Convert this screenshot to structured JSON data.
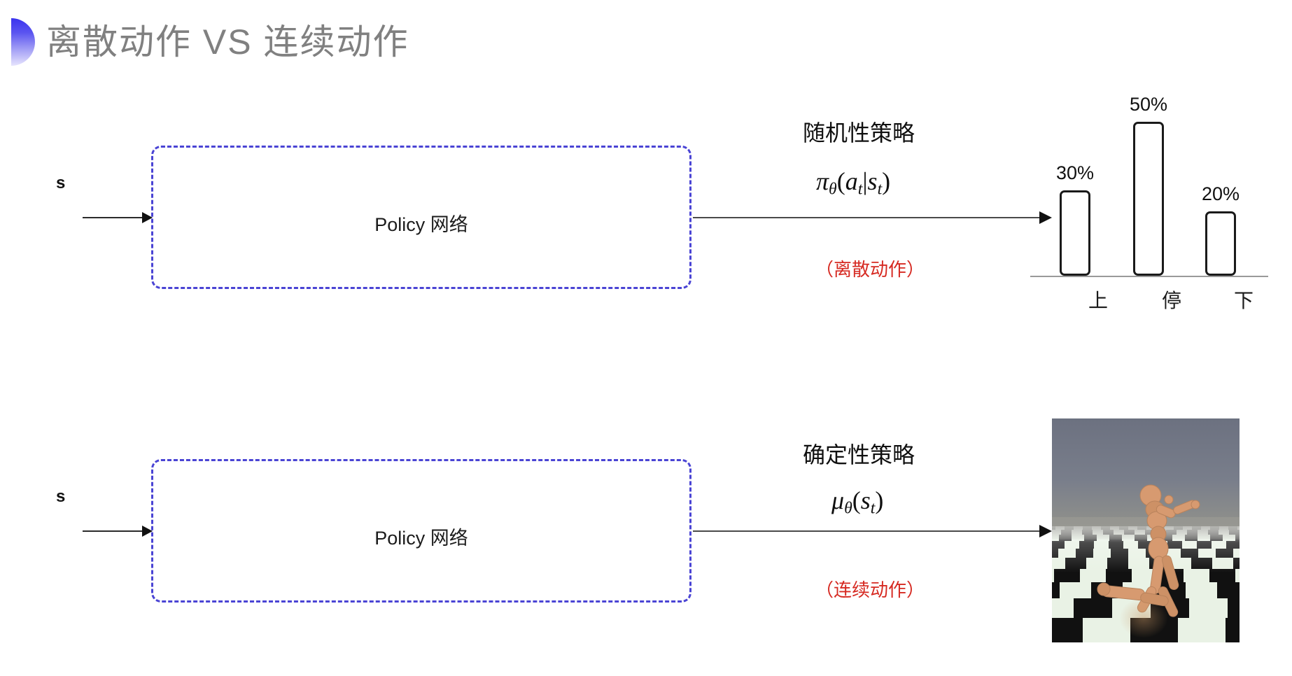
{
  "slide": {
    "title": "离散动作 VS 连续动作",
    "title_color": "#808080",
    "accent_color": "#4a44d4",
    "note_color": "#d62a22",
    "background": "#ffffff"
  },
  "rows": [
    {
      "id": "discrete",
      "state_label": "s",
      "policy_box_label": "Policy 网络",
      "policy_caption": "随机性策略",
      "formula": {
        "head": "π",
        "head_sub": "θ",
        "open": "(",
        "arg1": "a",
        "arg1_sub": "t",
        "bar": "|",
        "arg2": "s",
        "arg2_sub": "t",
        "close": ")",
        "plain": "πθ(at|st)"
      },
      "action_note": "（离散动作）",
      "output_kind": "bar-chart"
    },
    {
      "id": "continuous",
      "state_label": "s",
      "policy_box_label": "Policy 网络",
      "policy_caption": "确定性策略",
      "formula": {
        "head": "μ",
        "head_sub": "θ",
        "open": "(",
        "arg1": "s",
        "arg1_sub": "t",
        "close": ")",
        "plain": "μθ(st)"
      },
      "action_note": "（连续动作）",
      "output_kind": "humanoid-simulation"
    }
  ],
  "chart_data": {
    "type": "bar",
    "title": "",
    "xlabel": "",
    "ylabel": "",
    "categories": [
      "上",
      "停",
      "下"
    ],
    "values": [
      30,
      50,
      20
    ],
    "value_labels": [
      "30%",
      "50%",
      "20%"
    ],
    "ylim": [
      0,
      60
    ],
    "grid": false,
    "legend": "none",
    "bar_fill": "#ffffff",
    "bar_stroke": "#1a1a1a",
    "axis_color": "#9a9a9a"
  },
  "simulation": {
    "name": "humanoid-mujoco-render",
    "description": "MuJoCo humanoid on checkerboard floor"
  }
}
